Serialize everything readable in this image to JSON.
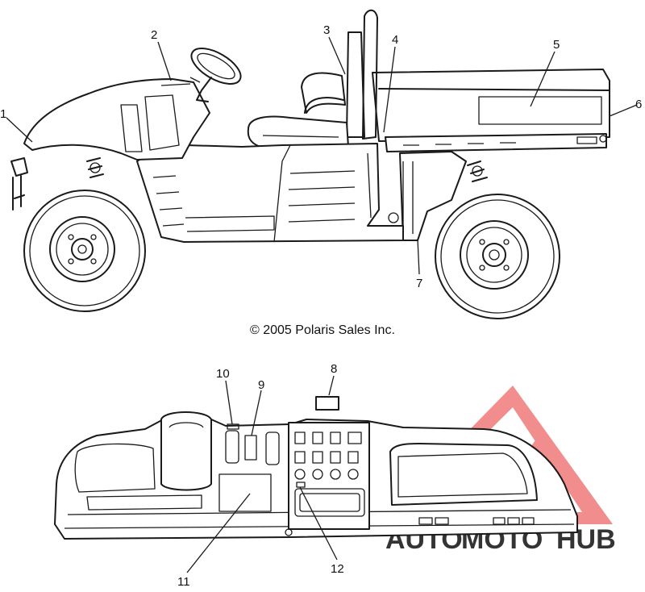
{
  "copyright": "© 2005 Polaris Sales Inc.",
  "callouts": [
    "1",
    "2",
    "3",
    "4",
    "5",
    "6",
    "7",
    "8",
    "9",
    "10",
    "11",
    "12"
  ],
  "watermark": {
    "text_a": "AUTO",
    "text_b": "MOTO",
    "text_c": "HUB",
    "color_red": "#f07a7a",
    "color_orange": "#f5b25a",
    "color_gray": "#8c8c8c"
  }
}
